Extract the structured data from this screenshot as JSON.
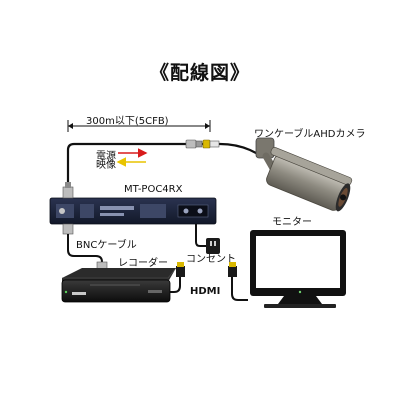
{
  "title": "《配線図》",
  "labels": {
    "distance": "300m以下(5CFB)",
    "power": "電源",
    "video": "映像",
    "camera": "ワンケーブルAHDカメラ",
    "receiver": "MT-POC4RX",
    "bnc_cable": "BNCケーブル",
    "recorder": "レコーダー",
    "outlet": "コンセント",
    "monitor": "モニター",
    "hdmi": "HDMI"
  },
  "colors": {
    "power_arrow": "#d81b1b",
    "video_arrow": "#e8c400",
    "cable": "#111111",
    "bnc_connector": "#a9a9a9",
    "connector_gold": "#d9b800",
    "device_dark": "#1c2336",
    "monitor_screen": "#ffffff"
  },
  "icons": [
    "camera-icon",
    "receiver-icon",
    "recorder-icon",
    "monitor-icon",
    "outlet-plug-icon",
    "hdmi-plug-icon",
    "bnc-connector-icon"
  ]
}
